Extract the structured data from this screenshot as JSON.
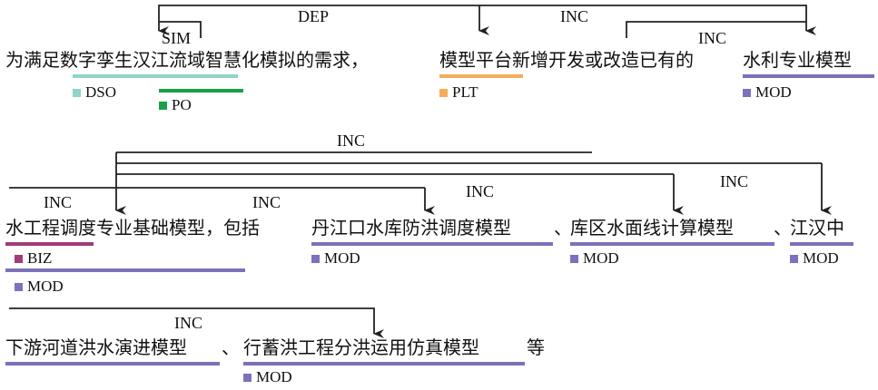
{
  "colors": {
    "DSO": "#8fd3c9",
    "PO": "#1b9e48",
    "PLT": "#f4ad5a",
    "MOD": "#7a72bb",
    "BIZ": "#a33a7a",
    "arrow": "#222222"
  },
  "relations": {
    "dep": "DEP",
    "sim": "SIM",
    "inc1": "INC",
    "inc2": "INC",
    "inc3": "INC",
    "inc4": "INC",
    "inc5": "INC",
    "inc6": "INC",
    "inc7": "INC",
    "inc8": "INC"
  },
  "line1": {
    "s1": "为满足数字孪生汉江流域智慧化模拟的需求，",
    "s2": "模型平台新增开发或改造已有的",
    "s3": "水利专业模型"
  },
  "line2": {
    "s1": "水工程调度专业基础模型，包括",
    "s2": "丹江口水库防洪调度模型",
    "s3": "、",
    "s4": "库区水面线计算模型",
    "s5": "、",
    "s6": "江汉中"
  },
  "line3": {
    "s1": "下游河道洪水演进模型",
    "s2": "、",
    "s3": "行蓄洪工程分洪运用仿真模型",
    "s4": "等"
  },
  "tags": {
    "dso": "DSO",
    "po": "PO",
    "plt": "PLT",
    "mod1": "MOD",
    "biz": "BIZ",
    "mod2": "MOD",
    "mod3": "MOD",
    "mod4": "MOD",
    "mod5": "MOD",
    "mod6": "MOD"
  }
}
